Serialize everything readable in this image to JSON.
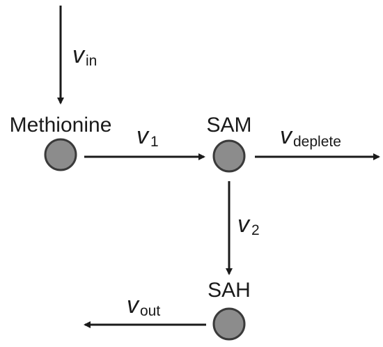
{
  "nodes": {
    "methionine": {
      "label": "Methionine"
    },
    "sam": {
      "label": "SAM"
    },
    "sah": {
      "label": "SAH"
    }
  },
  "fluxes": {
    "v_in": {
      "symbol": "v",
      "subscript": "in"
    },
    "v_1": {
      "symbol": "v",
      "subscript": "1"
    },
    "v_deplete": {
      "symbol": "v",
      "subscript": "deplete"
    },
    "v_2": {
      "symbol": "v",
      "subscript": "2"
    },
    "v_out": {
      "symbol": "v",
      "subscript": "out"
    }
  },
  "colors": {
    "node_fill": "#8c8c8c",
    "node_stroke": "#3a3a3a",
    "arrow": "#1a1a1a",
    "text": "#1a1a1a"
  }
}
